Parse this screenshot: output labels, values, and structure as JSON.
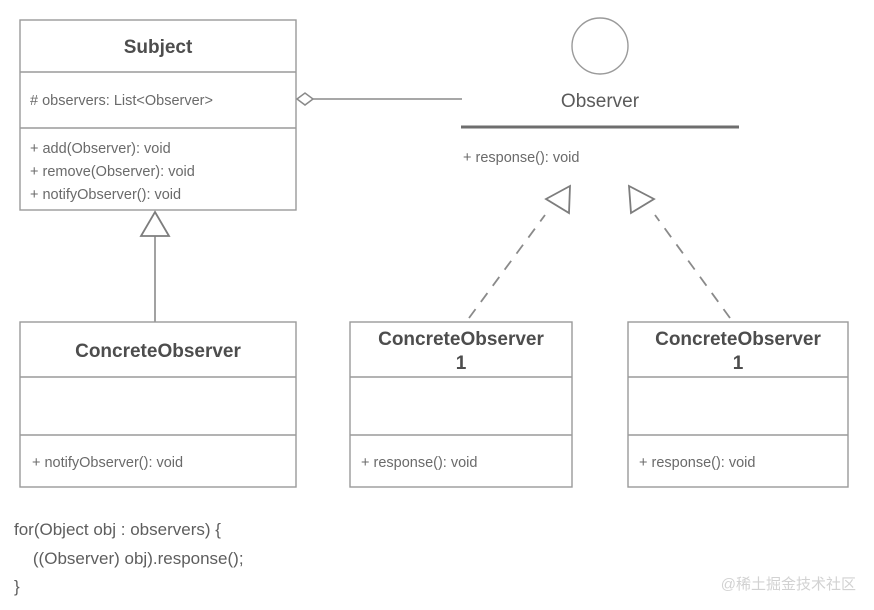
{
  "diagram": {
    "title": "Observer Pattern UML Class Diagram",
    "colors": {
      "background": "#ffffff",
      "box_border": "#9a9a9a",
      "text": "#5a5a5a",
      "title_text": "#4d4d4d",
      "connector": "#8a8a8a",
      "interface_rule": "#6e6e6e",
      "watermark": "#d2d2d2"
    }
  },
  "classes": {
    "subject": {
      "name": "Subject",
      "attributes": [
        "# observers: List<Observer>"
      ],
      "methods": [
        "+ add(Observer): void",
        "+ remove(Observer): void",
        "+ notifyObserver(): void"
      ]
    },
    "observer_interface": {
      "name": "Observer",
      "notation": "lollipop-circle",
      "methods": [
        "+ response(): void"
      ]
    },
    "concrete_observer_left": {
      "name": "ConcreteObserver",
      "attributes": [],
      "methods": [
        "+ notifyObserver(): void"
      ]
    },
    "concrete_observer_middle": {
      "name_line1": "ConcreteObserver",
      "name_line2": "1",
      "attributes": [],
      "methods": [
        "+ response(): void"
      ]
    },
    "concrete_observer_right": {
      "name_line1": "ConcreteObserver",
      "name_line2": "1",
      "attributes": [],
      "methods": [
        "+ response(): void"
      ]
    }
  },
  "relations": [
    {
      "id": "aggregation-subject-observer",
      "type": "aggregation",
      "from": "Subject",
      "to": "Observer",
      "marker": "hollow-diamond"
    },
    {
      "id": "inheritance-concreteobserver-subject",
      "type": "generalization",
      "from": "ConcreteObserver",
      "to": "Subject",
      "marker": "hollow-triangle",
      "line": "solid"
    },
    {
      "id": "realization-concreteobserver1-observer",
      "type": "realization",
      "from": "ConcreteObserver 1",
      "to": "Observer",
      "marker": "hollow-triangle",
      "line": "dashed"
    },
    {
      "id": "realization-concreteobserver1b-observer",
      "type": "realization",
      "from": "ConcreteObserver 1",
      "to": "Observer",
      "marker": "hollow-triangle",
      "line": "dashed"
    }
  ],
  "code_note": {
    "lines": [
      "for(Object obj : observers) {",
      "    ((Observer) obj).response();",
      "}"
    ]
  },
  "watermark": {
    "text": "@稀土掘金技术社区"
  }
}
